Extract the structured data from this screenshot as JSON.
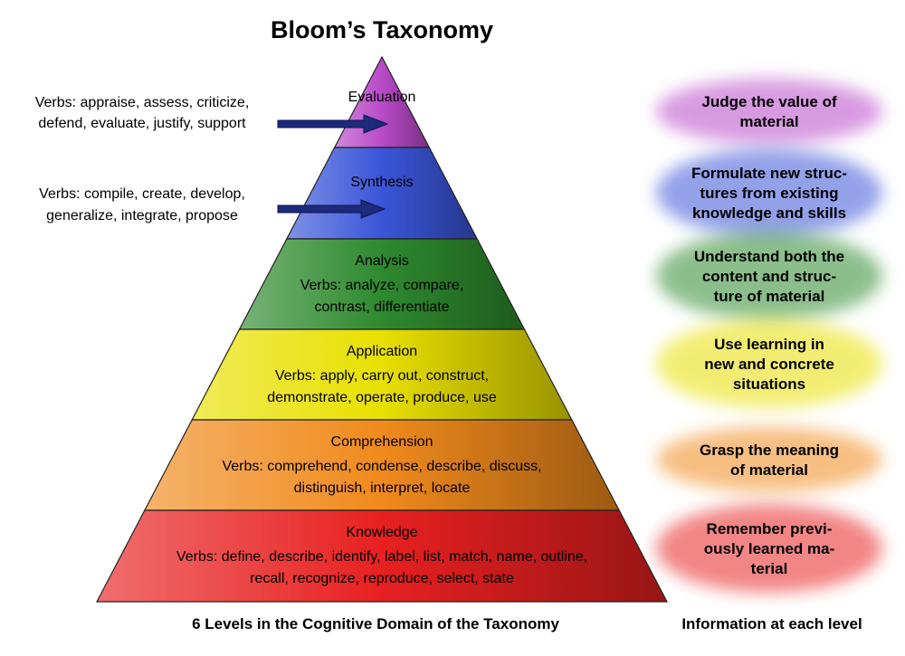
{
  "title": "Bloom’s Taxonomy",
  "footer": {
    "pyramid_caption": "6 Levels in the Cognitive Domain of the Taxonomy",
    "info_caption": "Information at each level"
  },
  "levels": [
    {
      "name": "Evaluation",
      "verbs": [],
      "side_verbs": [
        "Verbs: appraise, assess, criticize,",
        "defend, evaluate, justify, support"
      ],
      "info": [
        "Judge the value of",
        "material"
      ],
      "color": "#b84ac8"
    },
    {
      "name": "Synthesis",
      "verbs": [],
      "side_verbs": [
        "Verbs: compile, create, develop,",
        "generalize, integrate, propose"
      ],
      "info": [
        "Formulate new struc-",
        "tures from existing",
        "knowledge and skills"
      ],
      "color": "#3a55d8"
    },
    {
      "name": "Analysis",
      "verbs": [
        "Verbs: analyze, compare,",
        "contrast, differentiate"
      ],
      "side_verbs": [],
      "info": [
        "Understand both the",
        "content and struc-",
        "ture of material"
      ],
      "color": "#2e8a2e"
    },
    {
      "name": "Application",
      "verbs": [
        "Verbs: apply, carry out, construct,",
        "demonstrate, operate, produce, use"
      ],
      "side_verbs": [],
      "info": [
        "Use learning in",
        "new and concrete",
        "situations"
      ],
      "color": "#e8e000"
    },
    {
      "name": "Comprehension",
      "verbs": [
        "Verbs: comprehend, condense, describe, discuss,",
        "distinguish, interpret, locate"
      ],
      "side_verbs": [],
      "info": [
        "Grasp the meaning",
        "of material"
      ],
      "color": "#f08a1c"
    },
    {
      "name": "Knowledge",
      "verbs": [
        "Verbs: define, describe, identify, label, list, match, name, outline,",
        "recall, recognize, reproduce, select, state"
      ],
      "side_verbs": [],
      "info": [
        "Remember previ-",
        "ously learned ma-",
        "terial"
      ],
      "color": "#e82020"
    }
  ]
}
